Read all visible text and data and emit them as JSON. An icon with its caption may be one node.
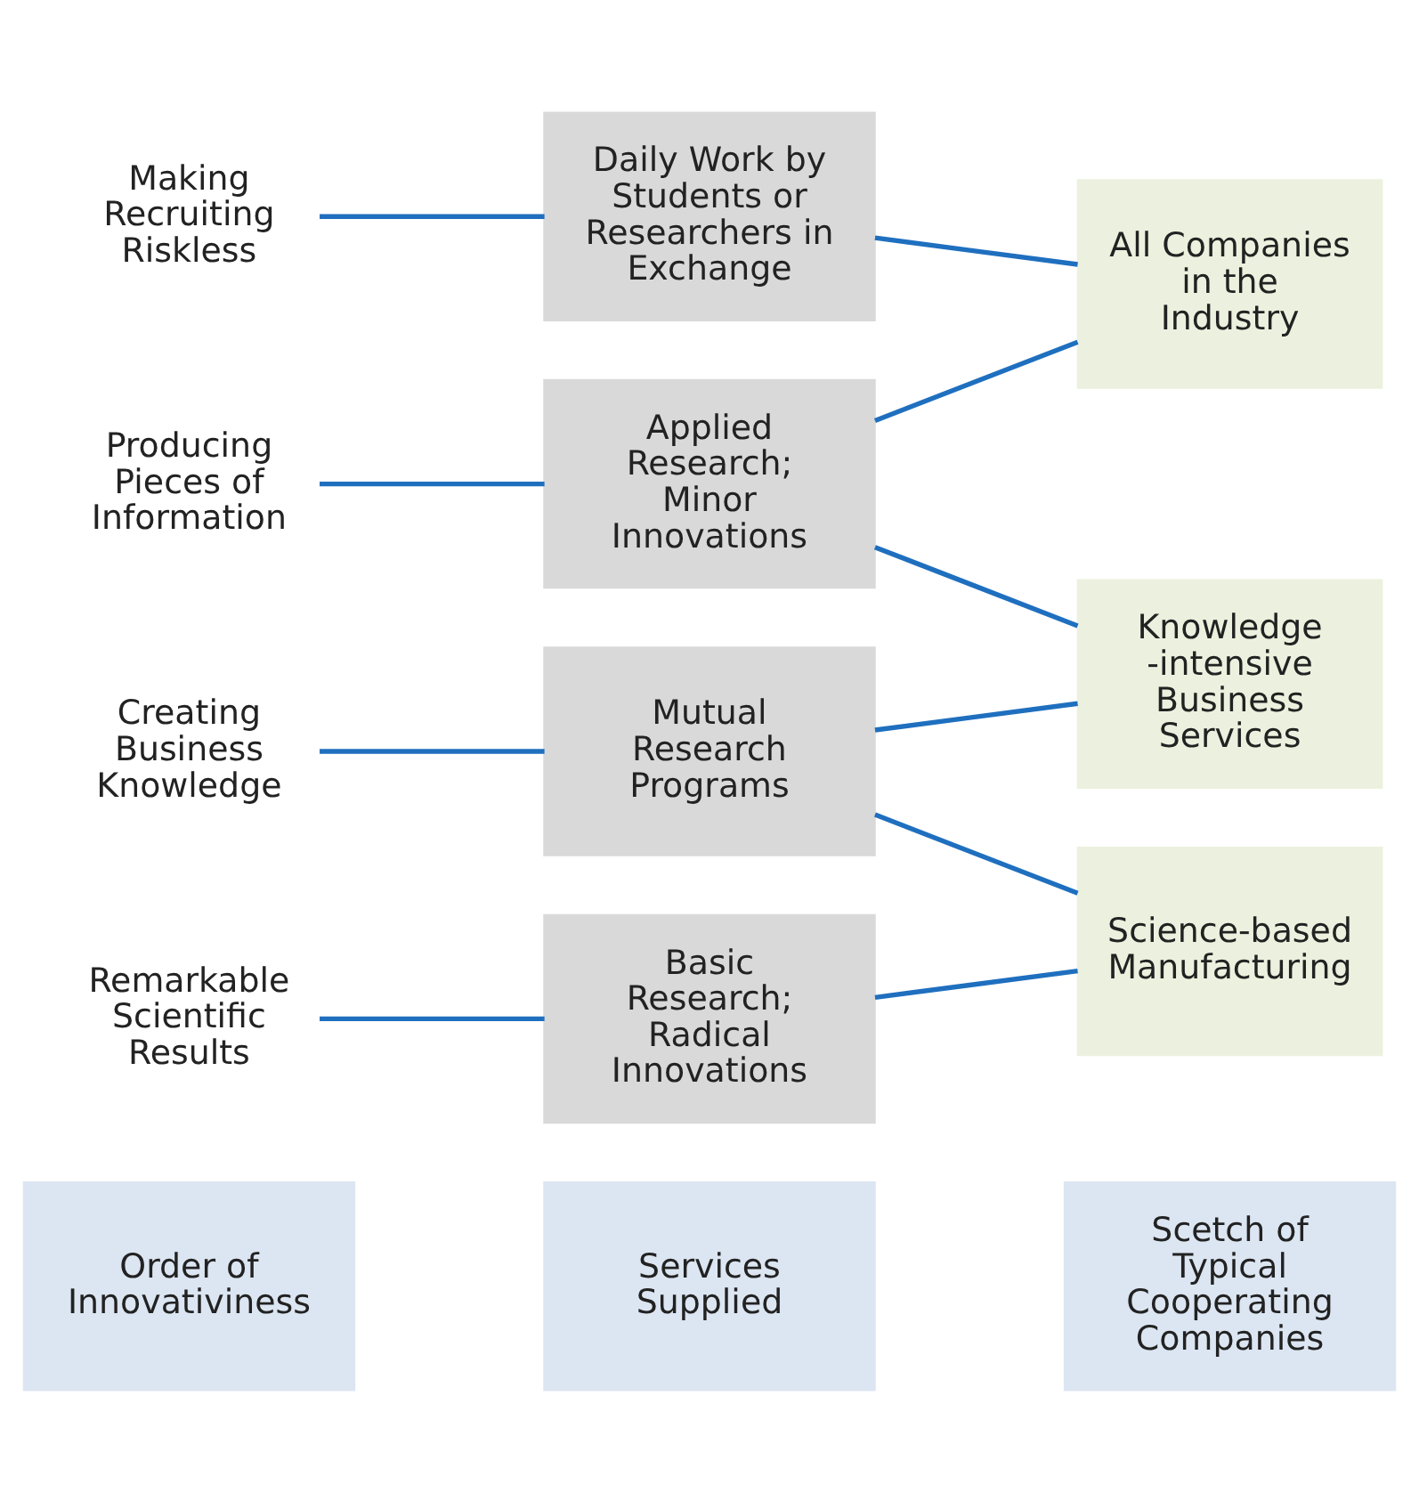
{
  "diagram": {
    "nodes": [
      {
        "text": [
          "Order of Innovativiness"
        ]
      },
      {
        "text": [
          "Services Supplied"
        ]
      },
      {
        "text": [
          "Scetch of Typical Cooperating Companies"
        ]
      },
      {
        "text": [
          "Remarkable Scientific Results"
        ]
      },
      {
        "text": [
          "Creating Business Knowledge"
        ]
      },
      {
        "text": [
          "Producing Pieces of Information"
        ]
      },
      {
        "text": [
          "Making Recruiting Riskless"
        ]
      },
      {
        "text": [
          "Basic Research; Radical Innovations"
        ]
      },
      {
        "text": [
          "Mutual Research Programs"
        ]
      },
      {
        "text": [
          "Applied Research; Minor Innovations"
        ]
      },
      {
        "text": [
          "Daily Work by Students or Researchers in Exchange"
        ]
      },
      {
        "text": [
          "Science-based Manufacturing"
        ]
      },
      {
        "text": [
          "Knowledge -intensive Business Services"
        ]
      },
      {
        "text": [
          "All Companies in the Industry"
        ]
      }
    ],
    "edges": [
      {
        "from": 3,
        "to": 7,
        "arrow": "none"
      },
      {
        "from": 4,
        "to": 8,
        "arrow": "none"
      },
      {
        "from": 5,
        "to": 9,
        "arrow": "none"
      },
      {
        "from": 6,
        "to": 10,
        "arrow": "none"
      },
      {
        "from": 7,
        "to": 11,
        "arrow": "none"
      },
      {
        "from": 8,
        "to": 11,
        "arrow": "none"
      },
      {
        "from": 8,
        "to": 12,
        "arrow": "none"
      },
      {
        "from": 9,
        "to": 12,
        "arrow": "none"
      },
      {
        "from": 9,
        "to": 13,
        "arrow": "none"
      },
      {
        "from": 10,
        "to": 13,
        "arrow": "none"
      }
    ]
  }
}
